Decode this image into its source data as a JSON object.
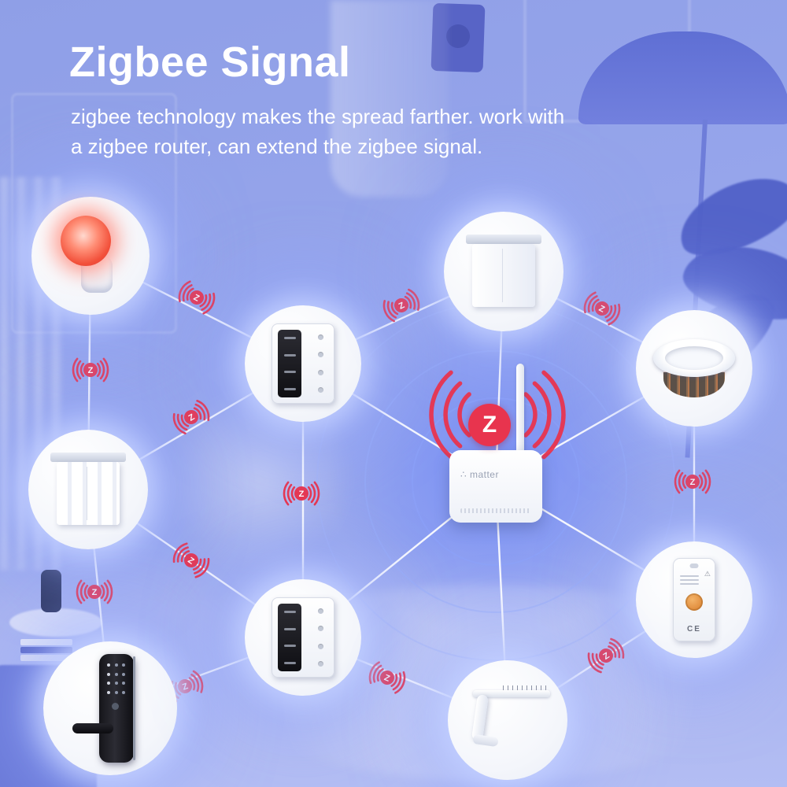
{
  "header": {
    "title": "Zigbee Signal",
    "subtitle_line1": "zigbee technology makes the spread farther. work with",
    "subtitle_line2": "a zigbee router, can extend the zigbee signal."
  },
  "colors": {
    "accent_red": "#E8344E",
    "background_blue": "#96A5EA",
    "line_white": "#FFFFFF"
  },
  "icons": {
    "zigbee_letter": "Z",
    "warning": "⚠"
  },
  "hub": {
    "brand_label": "matter"
  },
  "relay": {
    "ce_mark": "CE"
  }
}
